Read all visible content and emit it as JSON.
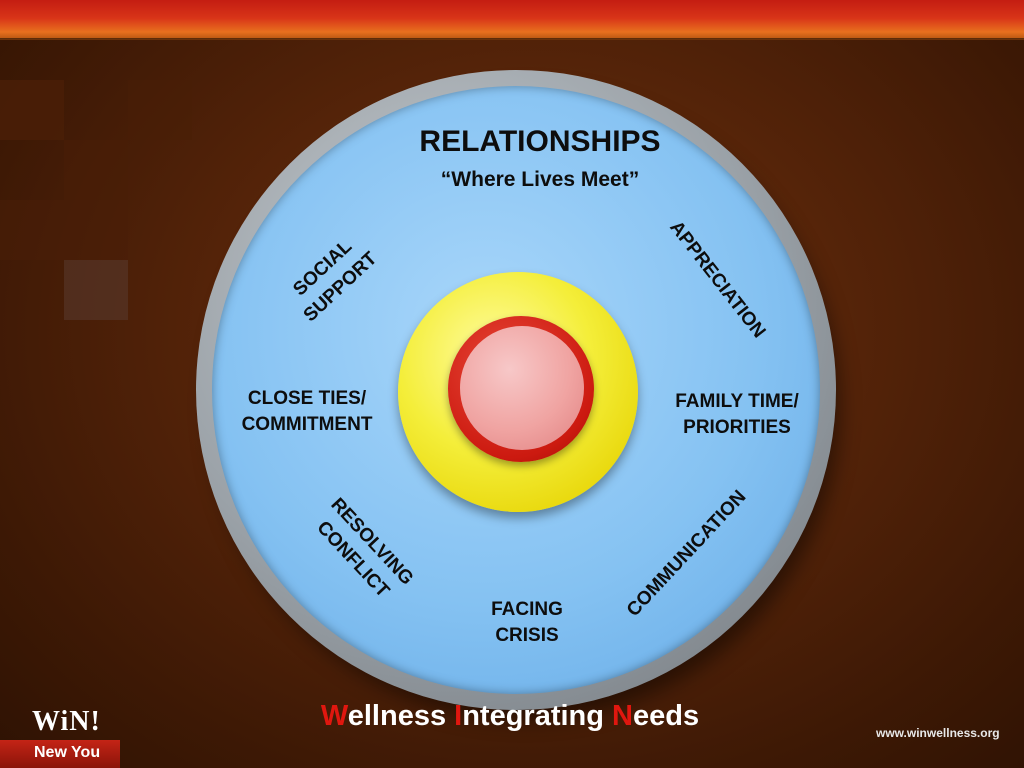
{
  "diagram": {
    "title": "RELATIONSHIPS",
    "subtitle": "“Where Lives Meet”",
    "segments": {
      "social_support": [
        "SOCIAL",
        "SUPPORT"
      ],
      "appreciation": "APPRECIATION",
      "close_ties": [
        "CLOSE TIES/",
        "COMMITMENT"
      ],
      "family_time": [
        "FAMILY TIME/",
        "PRIORITIES"
      ],
      "resolving_conflict": [
        "RESOLVING",
        "CONFLICT"
      ],
      "facing_crisis": [
        "FACING",
        "CRISIS"
      ],
      "communication": "COMMUNICATION"
    },
    "colors": {
      "wheel": "#85c2f2",
      "inner_ring": "#f4ee3a",
      "core_ring": "#cc1a10",
      "core": "#f0a4a2"
    }
  },
  "footer": {
    "title_parts": [
      {
        "letter": "W",
        "rest": "ellness "
      },
      {
        "letter": "I",
        "rest": "ntegrating "
      },
      {
        "letter": "N",
        "rest": "eeds"
      }
    ],
    "accent_color": "#e0170f"
  },
  "branding": {
    "logo": "WiN!",
    "tagline": "New You",
    "website": "www.winwellness.org"
  }
}
